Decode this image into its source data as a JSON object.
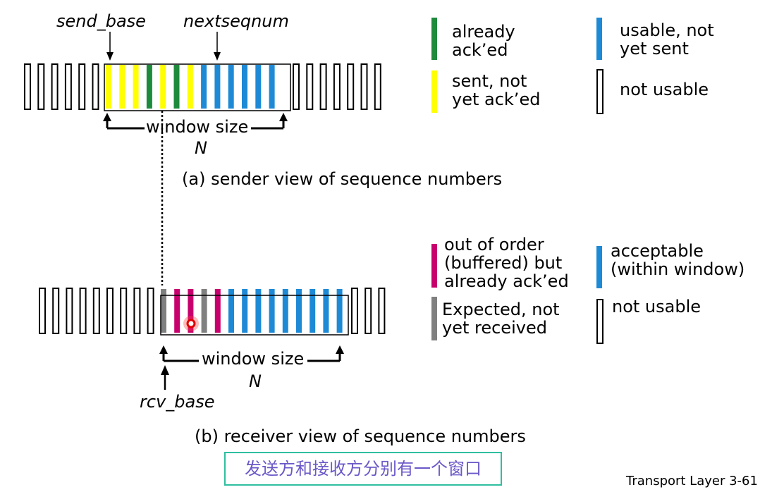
{
  "sender": {
    "send_base_label": "send_base",
    "nextseqnum_label": "nextseqnum",
    "window_size_label": "window size",
    "window_n_label": "N",
    "caption": "(a) sender view of sequence numbers",
    "slots": [
      "yellow",
      "yellow",
      "yellow",
      "green",
      "yellow",
      "green",
      "yellow",
      "blue",
      "blue",
      "blue",
      "blue",
      "blue",
      "blue"
    ]
  },
  "receiver": {
    "rcv_base_label": "rcv_base",
    "window_size_label": "window size",
    "window_n_label": "N",
    "caption": "(b) receiver view of sequence numbers",
    "slots": [
      "gray",
      "magenta",
      "magenta",
      "gray",
      "magenta",
      "blue",
      "blue",
      "blue",
      "blue",
      "blue",
      "blue",
      "blue",
      "blue",
      "blue"
    ]
  },
  "sender_legend": [
    {
      "text": "already\nack’ed",
      "color": "green"
    },
    {
      "text": "usable, not\nyet sent",
      "color": "blue"
    },
    {
      "text": "sent, not\nyet ack’ed",
      "color": "yellow"
    },
    {
      "text": "not usable",
      "color": "outline"
    }
  ],
  "receiver_legend": [
    {
      "text": "out of order\n(buffered) but\nalready ack’ed",
      "color": "magenta"
    },
    {
      "text": "acceptable\n(within window)",
      "color": "blue"
    },
    {
      "text": "Expected, not\nyet received",
      "color": "gray"
    },
    {
      "text": "not usable",
      "color": "outline"
    }
  ],
  "colors": {
    "green": "#1e8a3c",
    "yellow": "#ffff00",
    "blue": "#1e8ad6",
    "magenta": "#c8006e",
    "gray": "#808080",
    "teal_border": "#2fbfa0",
    "chinese_text": "#6a58c8"
  },
  "chinese_note": "发送方和接收方分别有一个窗口",
  "footer": "Transport Layer 3-61"
}
